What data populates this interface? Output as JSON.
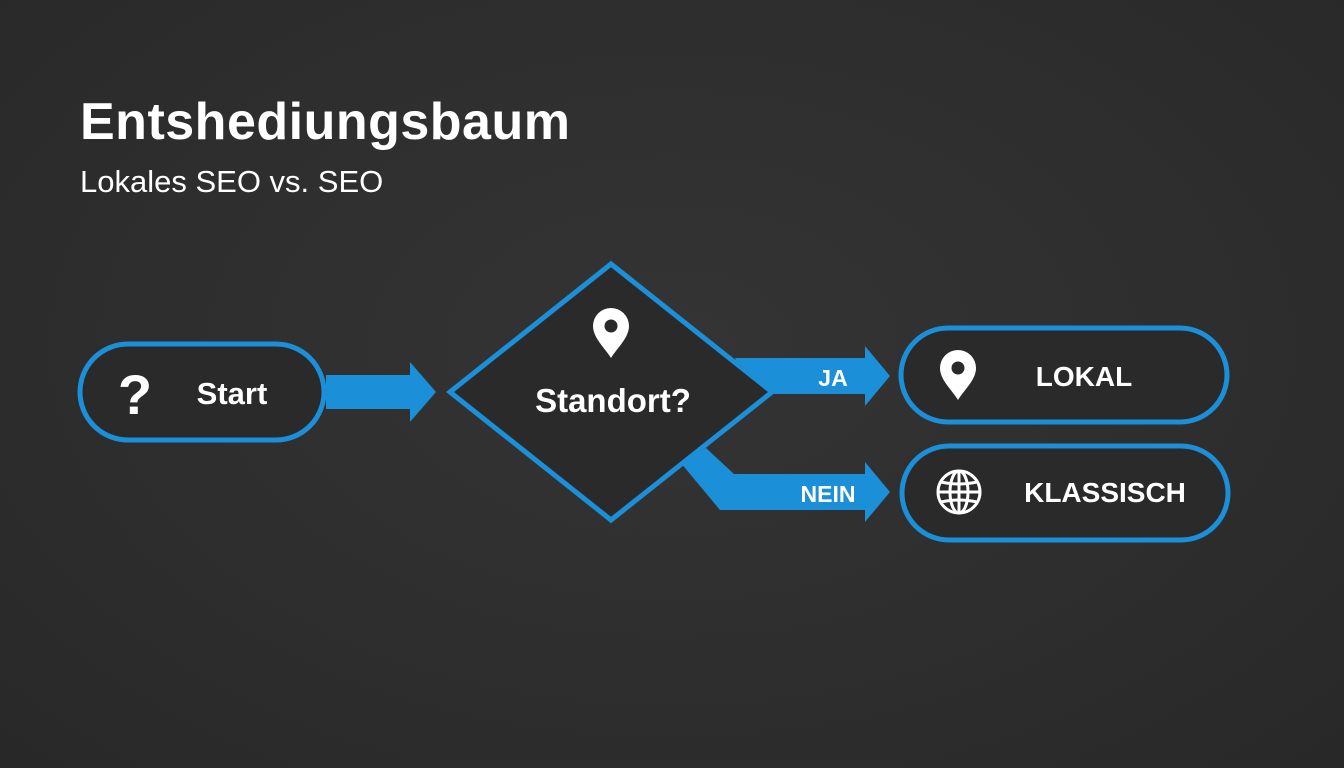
{
  "title": "Entshediungsbaum",
  "subtitle": "Lokales SEO vs. SEO",
  "colors": {
    "background": "#2d2d2d",
    "accent": "#1b8fd8",
    "node_fill": "#2a2a2a",
    "text": "#ffffff"
  },
  "nodes": {
    "start": {
      "label": "Start",
      "icon": "question-mark-icon",
      "icon_glyph": "?"
    },
    "decision": {
      "label": "Standort?",
      "icon": "map-pin-icon"
    },
    "local": {
      "label": "LOKAL",
      "icon": "map-pin-icon"
    },
    "classic": {
      "label": "KLASSISCH",
      "icon": "globe-icon"
    }
  },
  "edges": {
    "yes": {
      "label": "JA"
    },
    "no": {
      "label": "NEIN"
    }
  }
}
